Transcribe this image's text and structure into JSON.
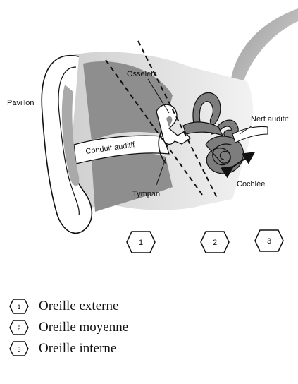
{
  "labels": {
    "pavillon": "Pavillon",
    "osselets": "Osselets",
    "nerf_auditif": "Nerf auditif",
    "conduit_auditif": "Conduit auditif",
    "tympan": "Tympan",
    "cochlee": "Cochlée"
  },
  "zones": [
    {
      "number": "1",
      "name": "Oreille externe"
    },
    {
      "number": "2",
      "name": "Oreille moyenne"
    },
    {
      "number": "3",
      "name": "Oreille interne"
    }
  ],
  "colors": {
    "outline": "#111111",
    "tissue_gray": "#a9a9a9",
    "light_gray": "#dedede",
    "dark_gray": "#7d7d7d"
  }
}
